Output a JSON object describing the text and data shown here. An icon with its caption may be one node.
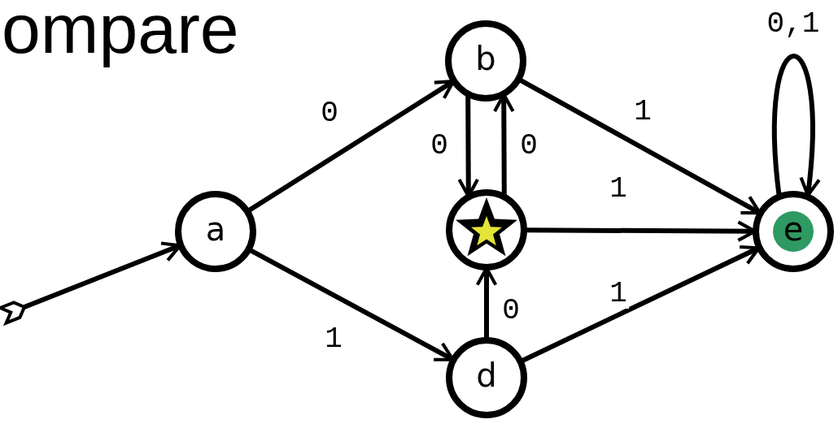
{
  "diagram": {
    "title": "ompare",
    "nodes": [
      {
        "text": [
          "a"
        ]
      },
      {
        "text": [
          "b"
        ]
      },
      {
        "text": [],
        "shape": "circle"
      },
      {
        "text": [
          "d"
        ]
      },
      {
        "text": [
          "e"
        ]
      }
    ],
    "edges": [
      {
        "from": null,
        "to": 0,
        "arrow": "to"
      },
      {
        "from": 0,
        "to": 1,
        "arrow": "to",
        "label": "0"
      },
      {
        "from": 0,
        "to": 3,
        "arrow": "to",
        "label": "1"
      },
      {
        "from": 1,
        "to": 2,
        "arrow": "to",
        "label": "0"
      },
      {
        "from": 2,
        "to": 1,
        "arrow": "to",
        "label": "0"
      },
      {
        "from": 1,
        "to": 4,
        "arrow": "to",
        "label": "1"
      },
      {
        "from": 2,
        "to": 4,
        "arrow": "to",
        "label": "1"
      },
      {
        "from": 3,
        "to": 2,
        "arrow": "to",
        "label": "0"
      },
      {
        "from": 3,
        "to": 4,
        "arrow": "to",
        "label": "1"
      },
      {
        "from": 4,
        "to": 4,
        "arrow": "to",
        "label": "0,1"
      }
    ]
  }
}
